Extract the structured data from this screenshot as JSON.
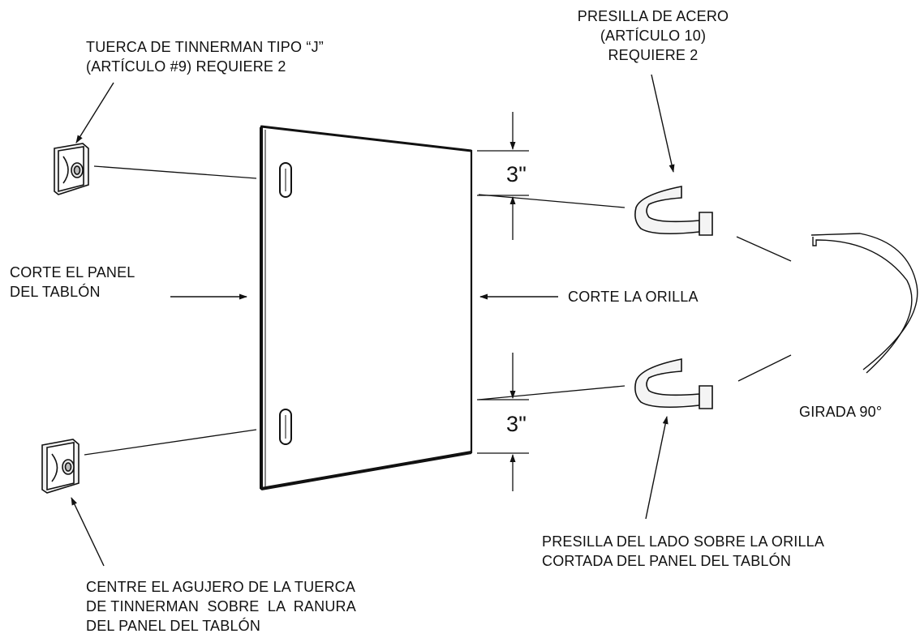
{
  "labels": {
    "tinnerman_nut": "TUERCA DE TINNERMAN TIPO “J”\n(ARTÍCULO #9) REQUIERE 2",
    "steel_clip": "PRESILLA DE ACERO\n(ARTÍCULO 10)\nREQUIERE 2",
    "cut_panel": "CORTE EL PANEL\nDEL TABLÓN",
    "cut_edge": "CORTE LA ORILLA",
    "rotated": "GIRADA  90°",
    "dim_top": "3\"",
    "dim_bottom": "3\"",
    "clip_side": "PRESILLA DEL LADO SOBRE LA ORILLA\nCORTADA DEL PANEL DEL TABLÓN",
    "center_hole": "CENTRE EL AGUJERO DE LA TUERCA\nDE TINNERMAN  SOBRE  LA  RANURA\nDEL PANEL DEL TABLÓN"
  },
  "colors": {
    "ink": "#111111",
    "part_fill": "#f2f2f2"
  }
}
